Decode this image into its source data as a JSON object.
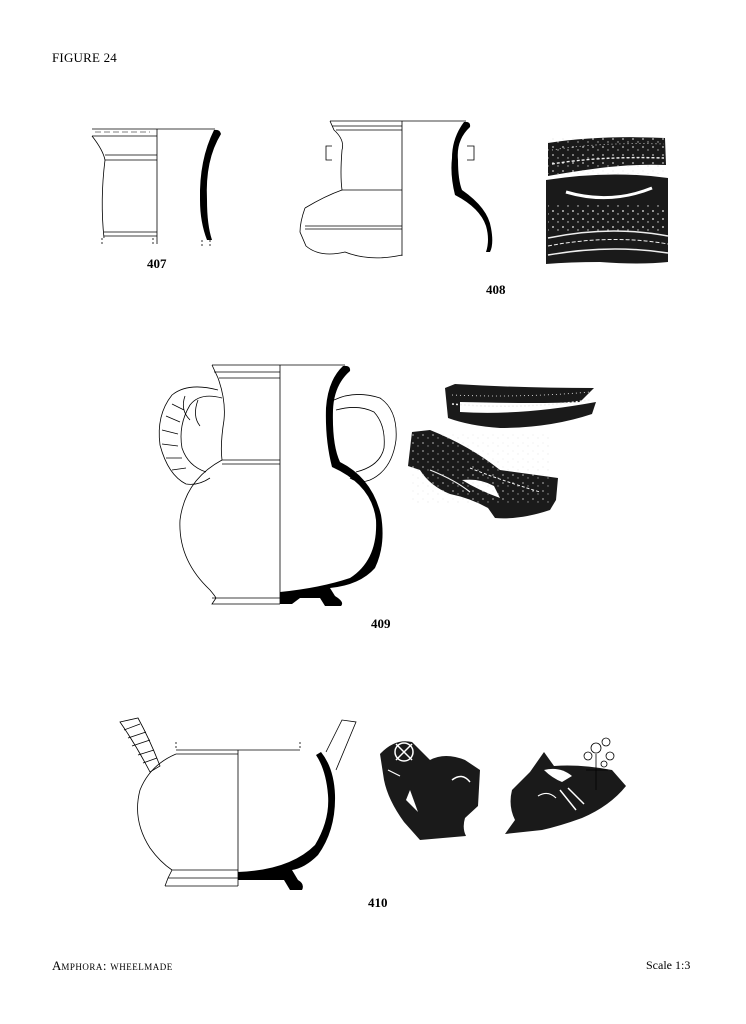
{
  "figure_title": "FIGURE 24",
  "catalog_numbers": [
    "407",
    "408",
    "409",
    "410"
  ],
  "footer": {
    "category_initial": "A",
    "category_rest": "mphora:",
    "subcategory": "wheelmade",
    "scale": "Scale 1:3"
  },
  "colors": {
    "ink": "#000000",
    "paper": "#ffffff",
    "slip": "#1a1a1a",
    "paint": "#f2f2f2"
  }
}
